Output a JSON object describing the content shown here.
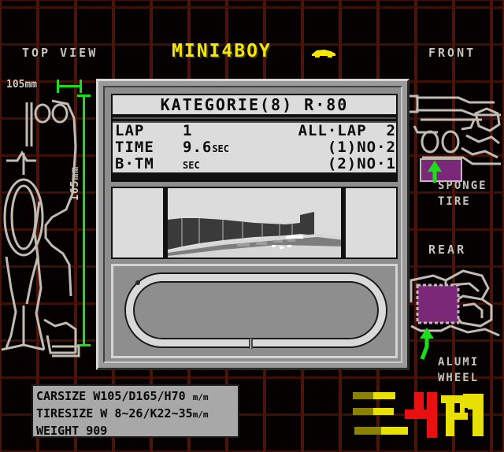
{
  "title": {
    "text": "MINI4BOY",
    "color": "#f5e900",
    "car_icon": "race-car-icon"
  },
  "labels": {
    "top_view": "TOP VIEW",
    "front": "FRONT",
    "rear": "REAR",
    "sponge_tire": "SPONGE",
    "sponge_tire2": "TIRE",
    "alumi_wheel": "ALUMI",
    "alumi_wheel2": "WHEEL"
  },
  "dimensions": {
    "width_label": "105mm",
    "length_label": "165mm",
    "guide_color": "#1ae01a"
  },
  "hud": {
    "category_line": "KATEGORIE(8) R·80",
    "rows": [
      {
        "label": "LAP",
        "value": "1",
        "unit": "",
        "right": "ALL·LAP  2"
      },
      {
        "label": "TIME",
        "value": "9.6",
        "unit": "SEC",
        "right": "(1)NO·2"
      },
      {
        "label": "B·TM",
        "value": "",
        "unit": "SEC",
        "right": "(2)NO·1"
      }
    ]
  },
  "track": {
    "start_line": "start-finish-line",
    "shape": "oval"
  },
  "specs": {
    "line1_a": "CARSIZE W105/D165/H70 ",
    "line1_unit": "m/m",
    "line2_a": "TIRESIZE W 8~26/K22~35",
    "line2_unit": "m/m",
    "line3": "WEIGHT 909"
  },
  "logo": {
    "alt": "mini-4wd-logo",
    "color_yellow": "#e8e000",
    "color_dark_yellow": "#8a8200",
    "color_red": "#e81010"
  },
  "colors": {
    "grid_line": "#4a1408",
    "background": "#050100",
    "panel_face": "#9a9a9a",
    "lcd": "#dcdcdc",
    "blueprint_line": "#c0bcb4",
    "part_highlight": "#7a2878"
  }
}
